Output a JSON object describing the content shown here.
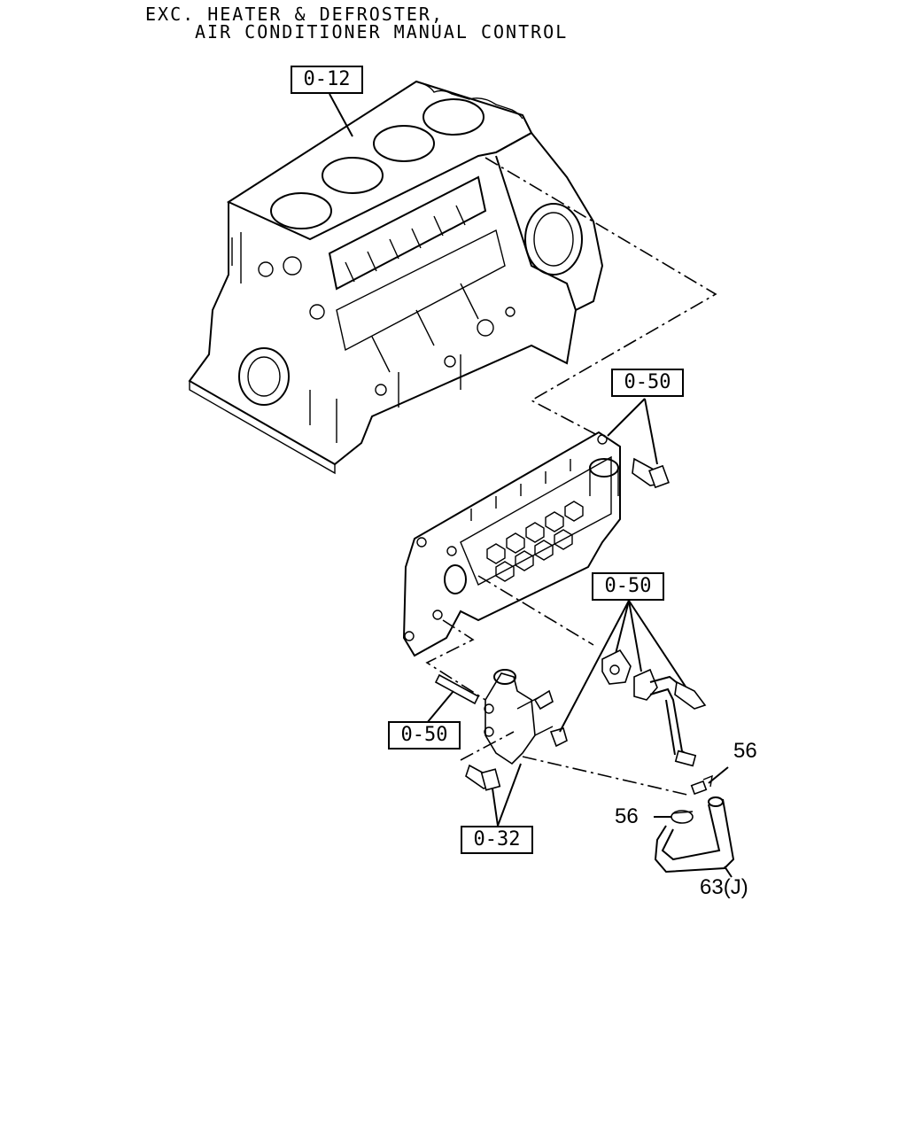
{
  "header": {
    "line1": "EXC. HEATER & DEFROSTER,",
    "line2": "AIR CONDITIONER MANUAL CONTROL"
  },
  "refs": [
    {
      "id": "ref-0-12",
      "label": "0-12"
    },
    {
      "id": "ref-0-50-top",
      "label": "0-50"
    },
    {
      "id": "ref-0-50-right",
      "label": "0-50"
    },
    {
      "id": "ref-0-50-left",
      "label": "0-50"
    },
    {
      "id": "ref-0-32",
      "label": "0-32"
    }
  ],
  "callouts": [
    {
      "id": "part-56-right",
      "label": "56"
    },
    {
      "id": "part-56-left",
      "label": "56"
    },
    {
      "id": "part-63j",
      "label": "63(J)"
    }
  ],
  "parts": {
    "engine_block": "cylinder-block",
    "oil_cooler": "oil-cooler-assembly",
    "water_pipe": "water-pipe",
    "hose": "hose-63j",
    "clamps": "hose-clamp-56"
  },
  "colors": {
    "line": "#000000",
    "background": "#ffffff"
  }
}
